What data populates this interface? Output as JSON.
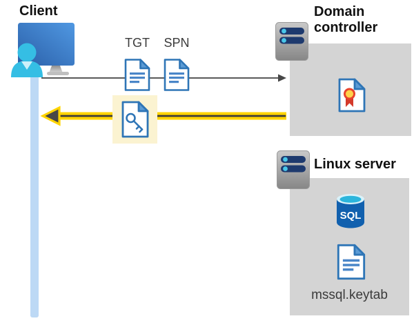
{
  "diagram": {
    "type": "architecture-flow",
    "nodes": {
      "client": {
        "label": "Client"
      },
      "domain_controller": {
        "label": "Domain controller"
      },
      "linux_server": {
        "label": "Linux server"
      }
    },
    "tickets": {
      "tgt_label": "TGT",
      "spn_label": "SPN"
    },
    "files": {
      "keytab_label": "mssql.keytab",
      "sql_badge": "SQL"
    },
    "flows": [
      {
        "name": "ticket-request",
        "from": "client",
        "to": "domain_controller",
        "direction": "right",
        "style": "thin-gray-arrow"
      },
      {
        "name": "ticket-response",
        "from": "domain_controller",
        "to": "client",
        "direction": "left",
        "style": "yellow-highlighted-arrow"
      }
    ],
    "icons": [
      "client-user-monitor-icon",
      "server-tower-icon",
      "document-icon",
      "key-document-icon",
      "certificate-icon",
      "sql-database-icon"
    ],
    "colors": {
      "request_arrow_gray": "#595959",
      "response_arrow_yellow": "#FFD400",
      "response_arrow_core": "#3B3B3B",
      "arrowhead_dark": "#474747",
      "ticket_highlight_bg": "#FBF3D1",
      "container_gray": "#D4D4D4",
      "lifeline_blue": "#BDD9F5",
      "doc_border_blue": "#2E75B6",
      "doc_fold_blue": "#5B9BD5",
      "doc_line_blue": "#4A86C8",
      "server_bar_navy": "#1E3A6E",
      "server_dot_cyan": "#49C7E9",
      "sql_body_blue": "#1160AE",
      "sql_top_cyan": "#2BB5DC",
      "cert_gold": "#FFD24A",
      "cert_ribbon_red": "#D43A2B",
      "person_cyan": "#35BEE4",
      "heading_text": "#111111",
      "body_text": "#3B3B3B"
    }
  }
}
